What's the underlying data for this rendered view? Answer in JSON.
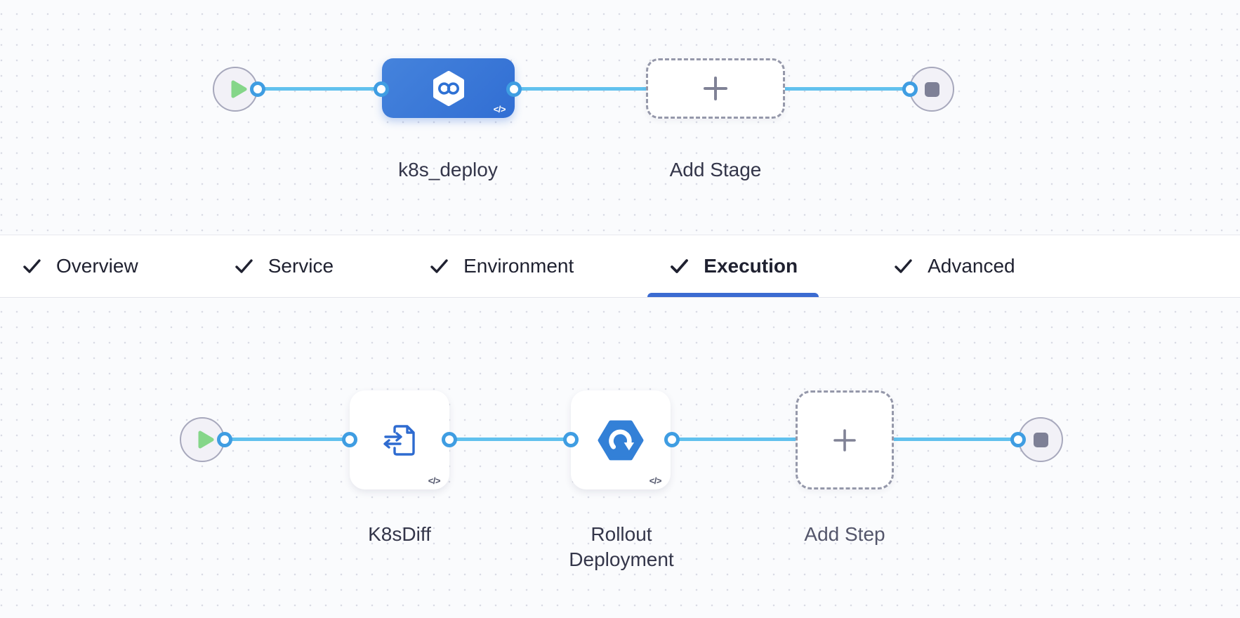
{
  "stage_editor": {
    "stages_row": {
      "start_node": "pipeline-start",
      "end_node": "pipeline-end",
      "stage": {
        "name": "k8s_deploy",
        "icon": "harness-infinity-hexagon-icon",
        "code_toggle": "</>"
      },
      "add_stage": {
        "label": "Add Stage",
        "icon": "plus-icon"
      }
    },
    "tabs": [
      {
        "label": "Overview",
        "checked": true,
        "active": false
      },
      {
        "label": "Service",
        "checked": true,
        "active": false
      },
      {
        "label": "Environment",
        "checked": true,
        "active": false
      },
      {
        "label": "Execution",
        "checked": true,
        "active": true
      },
      {
        "label": "Advanced",
        "checked": true,
        "active": false
      }
    ],
    "execution_row": {
      "start_node": "execution-start",
      "end_node": "execution-end",
      "steps": [
        {
          "name": "K8sDiff",
          "icon": "k8s-diff-document-arrows-icon",
          "code_toggle": "</>"
        },
        {
          "name": "Rollout Deployment",
          "icon": "rollout-hexagon-refresh-icon",
          "code_toggle": "</>"
        }
      ],
      "add_step": {
        "label": "Add Step",
        "icon": "plus-icon"
      }
    },
    "colors": {
      "stage_blue": "#316ed3",
      "connector_blue": "#61c1ee",
      "port_blue": "#3f9de2",
      "play_green": "#85d689",
      "active_tab_underline": "#3b6bd1",
      "canvas_background": "#fafbfd"
    }
  }
}
